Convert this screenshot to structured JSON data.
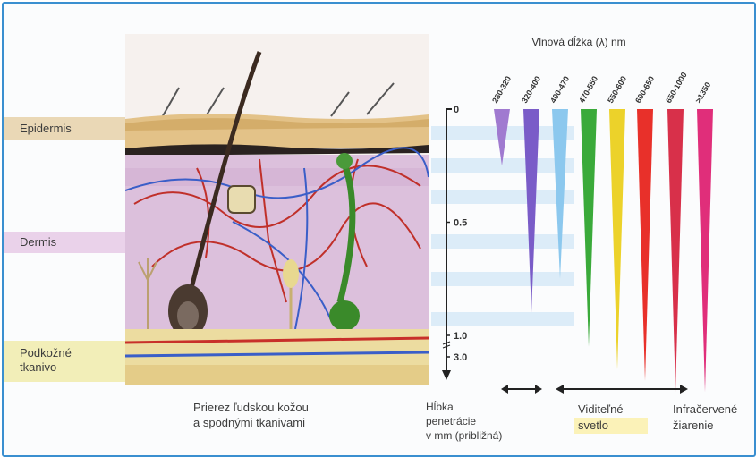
{
  "title": "Vlnová dĺžka (λ) nm",
  "layers": {
    "epidermis": "Epidermis",
    "dermis": "Dermis",
    "subcutis_line1": "Podkožné",
    "subcutis_line2": "tkanivo"
  },
  "skin_caption": {
    "line1": "Prierez ľudskou kožou",
    "line2": "a spodnými tkanivami"
  },
  "depth_caption": {
    "line1": "Hĺbka",
    "line2": "penetrácie",
    "line3": "v mm (približná)"
  },
  "visible_caption": {
    "line1": "Viditeľné",
    "line2": "svetlo"
  },
  "infrared_caption": {
    "line1": "Infračervené",
    "line2": "žiarenie"
  },
  "depth_ticks": [
    "0",
    "0.5",
    "1.0",
    "3.0"
  ],
  "bands": [
    {
      "label": "280-320",
      "depth_mm": 0.25,
      "color": "#a07ad0"
    },
    {
      "label": "320-400",
      "depth_mm": 0.9,
      "color": "#7a5cc8"
    },
    {
      "label": "400-470",
      "depth_mm": 0.75,
      "color": "#8cc8ee"
    },
    {
      "label": "470-550",
      "depth_mm": 1.05,
      "color": "#3aaa3a"
    },
    {
      "label": "550-600",
      "depth_mm": 1.15,
      "color": "#ecd22a"
    },
    {
      "label": "600-650",
      "depth_mm": 1.2,
      "color": "#e8302a"
    },
    {
      "label": "650-1000",
      "depth_mm": 1.25,
      "color": "#d8304a"
    },
    {
      "label": ">1350",
      "depth_mm": 1.25,
      "color": "#e02e7a"
    }
  ]
}
